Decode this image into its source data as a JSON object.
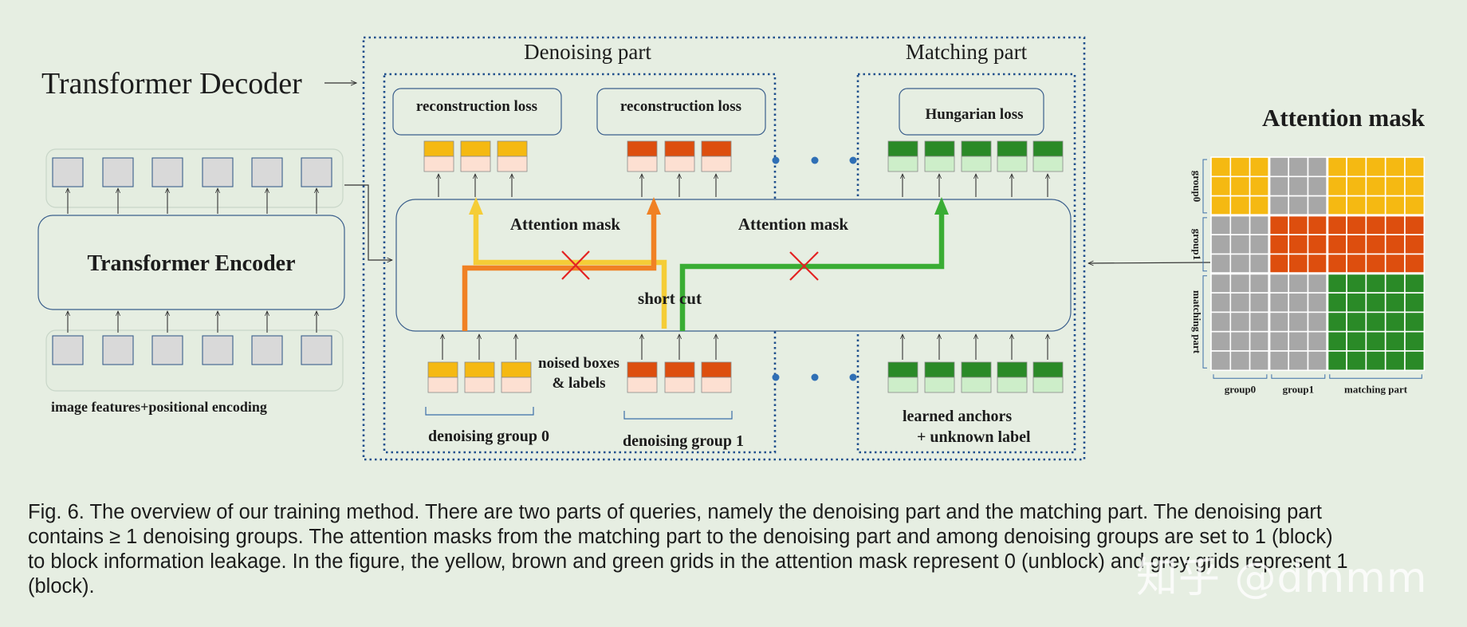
{
  "decoder_title": "Transformer Decoder",
  "encoder_label": "Transformer Encoder",
  "image_features_label": "image features+positional encoding",
  "denoising_part_title": "Denoising part",
  "matching_part_title": "Matching part",
  "recon_loss_label": "reconstruction loss",
  "hungarian_loss_label": "Hungarian loss",
  "attention_mask_inner_label": "Attention mask",
  "short_cut_label": "short cut",
  "noised_boxes_label": [
    "noised boxes",
    "& labels"
  ],
  "denoising_group0_label": "denoising group 0",
  "denoising_group1_label": "denoising group 1",
  "learned_anchors_label": [
    "learned anchors",
    "+ unknown label"
  ],
  "attention_mask_title": "Attention mask",
  "matrix_row_labels": [
    "group0",
    "group1",
    "matching part"
  ],
  "matrix_col_labels": [
    "group0",
    "group1",
    "matching part"
  ],
  "caption_lines": [
    "Fig. 6. The overview of our training method. There are two parts of queries, namely the denoising part and the matching part. The denoising part",
    "contains ≥ 1 denoising groups. The attention masks from the matching part to the denoising part and among denoising groups are set to 1 (block)",
    "to block information leakage. In the figure, the yellow, brown and green grids in the attention mask represent 0 (unblock) and grey grids represent 1",
    "(block)."
  ],
  "watermark": "知乎 @dmmm",
  "colors": {
    "yellow": "#f5b912",
    "brown": "#dd4e0e",
    "green": "#2a8a27",
    "grey": "#a7a7a7",
    "dot_blue": "#2f6fb5",
    "dotted_border": "#1f4f8c",
    "box_border": "#3b5f8c",
    "light_fill": "#fde0d2",
    "light_green": "#cdeec9"
  }
}
